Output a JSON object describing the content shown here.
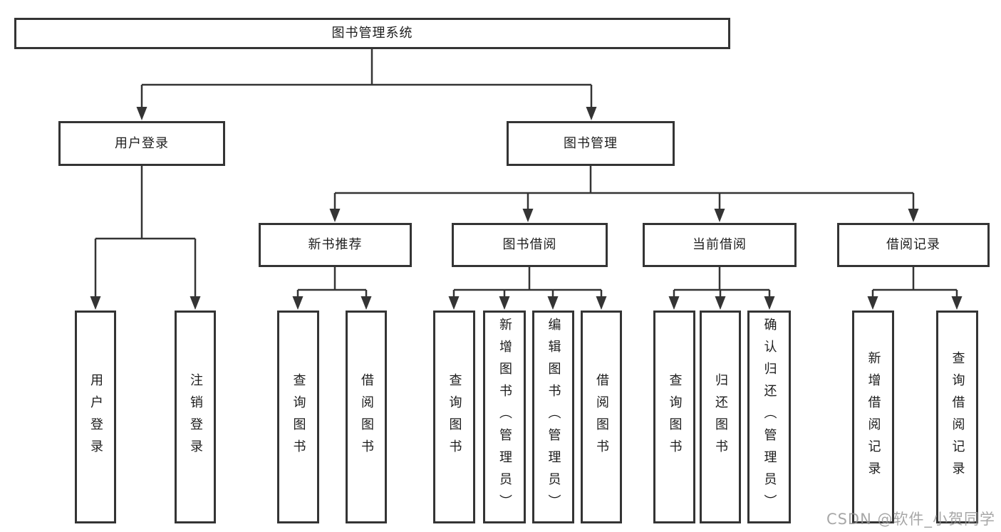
{
  "tree": {
    "label": "图书管理系统",
    "children": [
      {
        "label": "用户登录",
        "children": [
          {
            "label": "用户登录"
          },
          {
            "label": "注销登录"
          }
        ]
      },
      {
        "label": "图书管理",
        "children": [
          {
            "label": "新书推荐",
            "children": [
              {
                "label": "查询图书"
              },
              {
                "label": "借阅图书"
              }
            ]
          },
          {
            "label": "图书借阅",
            "children": [
              {
                "label": "查询图书"
              },
              {
                "label": "新增图书（管理员）"
              },
              {
                "label": "编辑图书（管理员）"
              },
              {
                "label": "借阅图书"
              }
            ]
          },
          {
            "label": "当前借阅",
            "children": [
              {
                "label": "查询图书"
              },
              {
                "label": "归还图书"
              },
              {
                "label": "确认归还（管理员）"
              }
            ]
          },
          {
            "label": "借阅记录",
            "children": [
              {
                "label": "新增借阅记录"
              },
              {
                "label": "查询借阅记录"
              }
            ]
          }
        ]
      }
    ]
  },
  "watermark": "CSDN @软件_小贺同学",
  "colors": {
    "line": "#343434",
    "text": "#1d1d1d",
    "watermark": "#949494",
    "background": "#ffffff"
  }
}
